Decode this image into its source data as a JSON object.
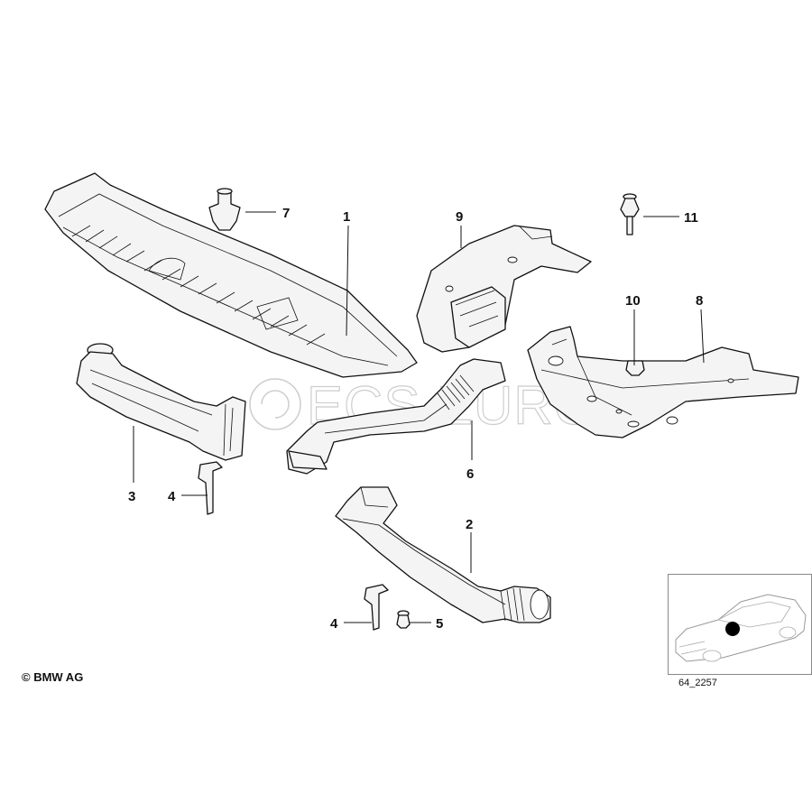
{
  "diagram": {
    "copyright": "© BMW AG",
    "diagram_code": "64_2257",
    "watermark": "ECS EURO",
    "callouts": {
      "c1": "1",
      "c2": "2",
      "c3": "3",
      "c4a": "4",
      "c4b": "4",
      "c5": "5",
      "c6": "6",
      "c7": "7",
      "c8": "8",
      "c9": "9",
      "c10": "10",
      "c11": "11"
    }
  }
}
